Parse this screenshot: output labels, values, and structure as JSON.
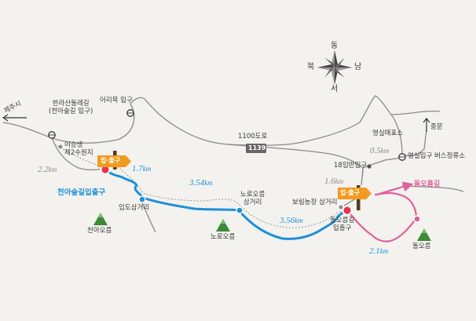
{
  "colors": {
    "trail_blue": "#1e8fd8",
    "trail_pink": "#e0609a",
    "road_gray": "#8a8a8a",
    "sign_orange": "#f29a1e",
    "marker_red": "#e8334a",
    "peak_green": "#3d8a3a",
    "distance_gray": "#888888"
  },
  "compass": {
    "north": "동",
    "east": "남",
    "south": "서",
    "west": "북"
  },
  "places": {
    "jeju_city": "제주시",
    "hallasan_trail": "한라산둘레길",
    "cheona_entry": "(천아숲길 입구)",
    "eorimok": "어리목 입구",
    "eoseungsaeng": "어승생",
    "reservoir": "제2수원지",
    "cheona_entrance": "천아숲길입출구",
    "imdo": "임도삼거리",
    "cheona_oreum": "천아오름",
    "road_1100": "1100도로",
    "road_no": "1139",
    "noro_junction_1": "노로오름",
    "noro_junction_2": "삼거리",
    "noro_oreum": "노로오름",
    "yeongsil_ticket": "영실매표소",
    "jungmun": "중문",
    "yeongsil_bus": "영실입구 버스정류소",
    "eighteen": "18임반입구",
    "borim": "보림농장 삼거리",
    "dol_entry_1": "돌오름길",
    "dol_entry_2": "입출구",
    "dol_trail": "돌오름길",
    "dol_oreum": "돌오름"
  },
  "signs": {
    "left": "입·출구",
    "right": "입·출구"
  },
  "distances": {
    "d1": {
      "num": "2.2",
      "unit": "km"
    },
    "d2": {
      "num": "1.7",
      "unit": "km"
    },
    "d3": {
      "num": "3.54",
      "unit": "km"
    },
    "d4": {
      "num": "3.56",
      "unit": "km"
    },
    "d5": {
      "num": "1.6",
      "unit": "km"
    },
    "d6": {
      "num": "0.5",
      "unit": "km"
    },
    "d7": {
      "num": "2.1",
      "unit": "km"
    }
  }
}
